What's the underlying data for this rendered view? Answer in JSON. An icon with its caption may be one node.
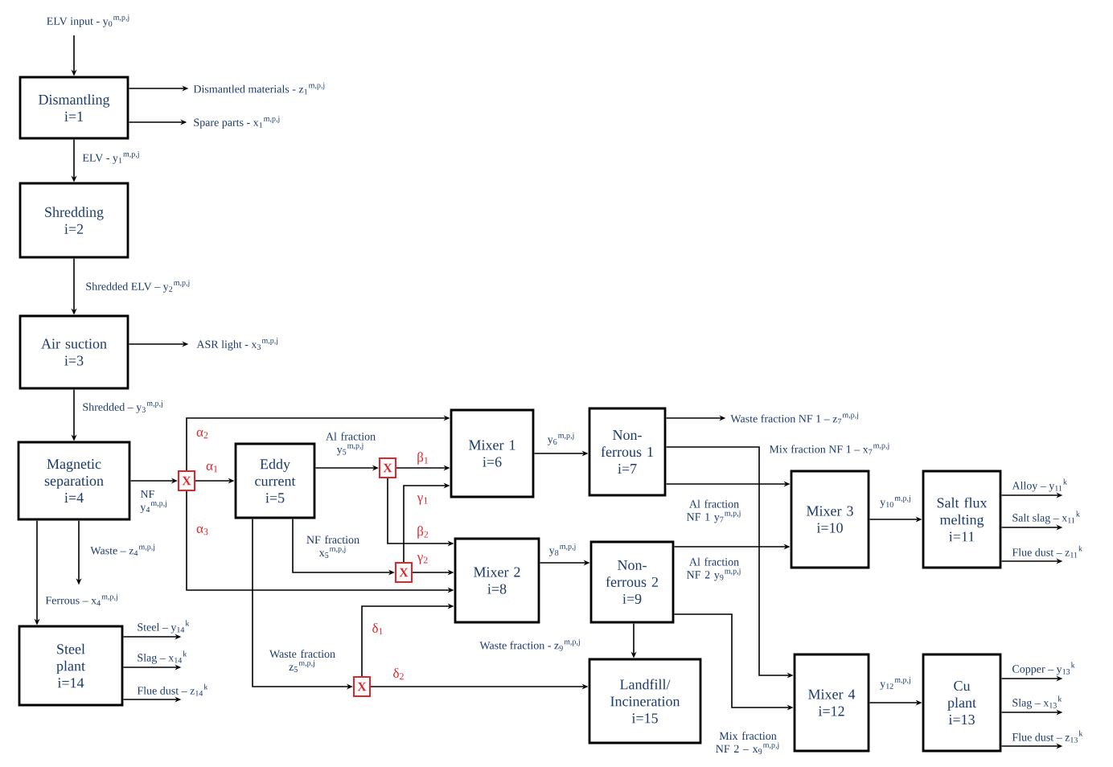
{
  "diagram": {
    "nodes": [
      {
        "text": [
          "Dismantling",
          "i=1"
        ]
      },
      {
        "text": [
          "Shredding",
          "i=2"
        ]
      },
      {
        "text": [
          "Air suction",
          "i=3"
        ]
      },
      {
        "text": [
          "Magnetic separation",
          "i=4"
        ]
      },
      {
        "text": [
          "X"
        ]
      },
      {
        "text": [
          "Eddy current",
          "i=5"
        ]
      },
      {
        "text": [
          "X"
        ]
      },
      {
        "text": [
          "X"
        ]
      },
      {
        "text": [
          "X"
        ]
      },
      {
        "text": [
          "Mixer 1",
          "i=6"
        ]
      },
      {
        "text": [
          "Non-ferrous 1",
          "i=7"
        ]
      },
      {
        "text": [
          "Mixer 2",
          "i=8"
        ]
      },
      {
        "text": [
          "Non-ferrous 2",
          "i=9"
        ]
      },
      {
        "text": [
          "Landfill/ Incineration",
          "i=15"
        ]
      },
      {
        "text": [
          "Mixer 3",
          "i=10"
        ]
      },
      {
        "text": [
          "Salt flux melting",
          "i=11"
        ]
      },
      {
        "text": [
          "Mixer 4",
          "i=12"
        ]
      },
      {
        "text": [
          "Cu plant",
          "i=13"
        ]
      },
      {
        "text": [
          "Steel plant",
          "i=14"
        ]
      }
    ],
    "edges": [
      {
        "from": null,
        "to": 0,
        "arrow": "to",
        "label": "ELV input - y$_{0}$$^{m,p,j}$"
      },
      {
        "from": 0,
        "to": null,
        "arrow": "to",
        "label": "Dismantled materials - z$_{1}$$^{m,p,j}$"
      },
      {
        "from": 0,
        "to": null,
        "arrow": "to",
        "label": "Spare parts - x$_{1}$$^{m,p,j}$"
      },
      {
        "from": 0,
        "to": 1,
        "arrow": "to",
        "label": "ELV - y$_{1}$$^{m,p,j}$"
      },
      {
        "from": 1,
        "to": 2,
        "arrow": "to",
        "label": "Shredded ELV – y$_{2}$$^{m,p,j}$"
      },
      {
        "from": 2,
        "to": null,
        "arrow": "to",
        "label": "ASR light - x$_{3}$$^{m,p,j}$"
      },
      {
        "from": 2,
        "to": 3,
        "arrow": "to",
        "label": "Shredded – y$_{3}$$^{m,p,j}$"
      },
      {
        "from": 3,
        "to": 4,
        "arrow": "to",
        "label": "NF y$_{4}$$^{m,p,j}$"
      },
      {
        "from": 3,
        "to": null,
        "arrow": "to",
        "label": "Waste – z$_{4}$$^{m,p,j}$"
      },
      {
        "from": 3,
        "to": 18,
        "arrow": "to",
        "label": "Ferrous – x$_{4}$$^{m,p,j}$"
      },
      {
        "from": 4,
        "to": 5,
        "arrow": "to",
        "label": "α$_{1}$"
      },
      {
        "from": 4,
        "to": 9,
        "arrow": "to",
        "label": "α$_{2}$"
      },
      {
        "from": 4,
        "to": 11,
        "arrow": "to",
        "label": "α$_{3}$"
      },
      {
        "from": 5,
        "to": 6,
        "arrow": "to",
        "label": "Al fraction y$_{5}$$^{m,p,j}$"
      },
      {
        "from": 5,
        "to": 7,
        "arrow": "to",
        "label": "NF fraction x$_{5}$$^{m,p,j}$"
      },
      {
        "from": 5,
        "to": 8,
        "arrow": "to",
        "label": "Waste fraction z$_{5}$$^{m,p,j}$"
      },
      {
        "from": 6,
        "to": 9,
        "arrow": "to",
        "label": "β$_{1}$"
      },
      {
        "from": 6,
        "to": 11,
        "arrow": "to",
        "label": "β$_{2}$"
      },
      {
        "from": 7,
        "to": 9,
        "arrow": "to",
        "label": "γ$_{1}$"
      },
      {
        "from": 7,
        "to": 11,
        "arrow": "to",
        "label": "γ$_{2}$"
      },
      {
        "from": 8,
        "to": 11,
        "arrow": "to",
        "label": "δ$_{1}$"
      },
      {
        "from": 8,
        "to": 13,
        "arrow": "to",
        "label": "δ$_{2}$"
      },
      {
        "from": 9,
        "to": 10,
        "arrow": "to",
        "label": "y$_{6}$$^{m,p,j}$"
      },
      {
        "from": 11,
        "to": 12,
        "arrow": "to",
        "label": "y$_{8}$$^{m,p,j}$"
      },
      {
        "from": 10,
        "to": null,
        "arrow": "to",
        "label": "Waste fraction NF 1 – z$_{7}$$^{m,p,j}$"
      },
      {
        "from": 10,
        "to": 16,
        "arrow": "to",
        "label": "Mix fraction NF 1 – x$_{7}$$^{m,p,j}$"
      },
      {
        "from": 10,
        "to": 14,
        "arrow": "to",
        "label": "Al fraction NF 1 y$_{7}$$^{m,p,j}$"
      },
      {
        "from": 12,
        "to": 14,
        "arrow": "to",
        "label": "Al fraction NF 2 y$_{9}$$^{m,p,j}$"
      },
      {
        "from": 12,
        "to": 16,
        "arrow": "to",
        "label": "Mix fraction NF 2 – x$_{9}$$^{m,p,j}$"
      },
      {
        "from": 12,
        "to": 13,
        "arrow": "to",
        "label": "Waste fraction - z$_{9}$$^{m,p,j}$"
      },
      {
        "from": 14,
        "to": 15,
        "arrow": "to",
        "label": "y$_{10}$$^{m,p,j}$"
      },
      {
        "from": 16,
        "to": 17,
        "arrow": "to",
        "label": "y$_{12}$$^{m,p,j}$"
      },
      {
        "from": 15,
        "to": null,
        "arrow": "to",
        "label": "Alloy – y$_{11}$$^{k}$"
      },
      {
        "from": 15,
        "to": null,
        "arrow": "to",
        "label": "Salt slag – x$_{11}$$^{k}$"
      },
      {
        "from": 15,
        "to": null,
        "arrow": "to",
        "label": "Flue dust – z$_{11}$$^{k}$"
      },
      {
        "from": 17,
        "to": null,
        "arrow": "to",
        "label": "Copper – y$_{13}$$^{k}$"
      },
      {
        "from": 17,
        "to": null,
        "arrow": "to",
        "label": "Slag – x$_{13}$$^{k}$"
      },
      {
        "from": 17,
        "to": null,
        "arrow": "to",
        "label": "Flue dust – z$_{13}$$^{k}$"
      },
      {
        "from": 18,
        "to": null,
        "arrow": "to",
        "label": "Steel – y$_{14}$$^{k}$"
      },
      {
        "from": 18,
        "to": null,
        "arrow": "to",
        "label": "Slag – x$_{14}$$^{k}$"
      },
      {
        "from": 18,
        "to": null,
        "arrow": "to",
        "label": "Flue dust – z$_{14}$$^{k}$"
      }
    ]
  }
}
